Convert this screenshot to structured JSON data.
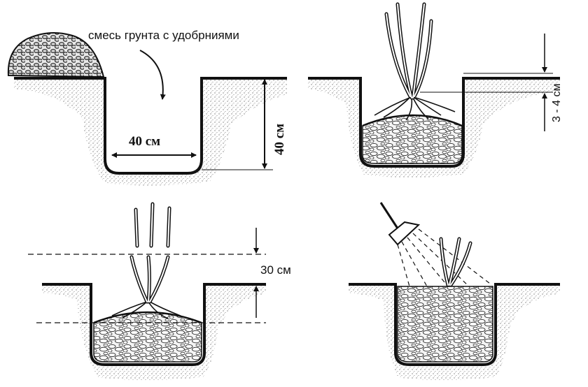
{
  "labels": {
    "soil_mix": "смесь грунта с удобрниями",
    "width": "40 см",
    "depth": "40 см",
    "root_collar_depth": "3 - 4 см",
    "prune_height": "30 см"
  },
  "colors": {
    "ink": "#111111",
    "background": "#ffffff"
  }
}
